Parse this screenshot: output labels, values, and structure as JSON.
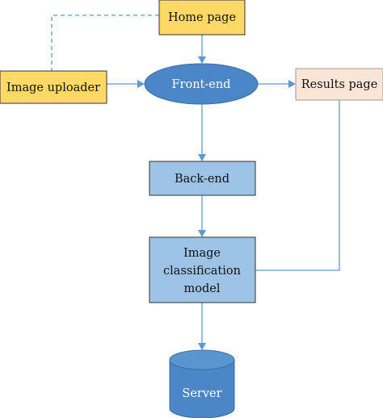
{
  "diagram": {
    "nodes": {
      "home_page": "Home page",
      "image_uploader": "Image uploader",
      "front_end": "Front-end",
      "results_page": "Results page",
      "back_end": "Back-end",
      "model_line1": "Image",
      "model_line2": "classification",
      "model_line3": "model",
      "server": "Server"
    }
  }
}
